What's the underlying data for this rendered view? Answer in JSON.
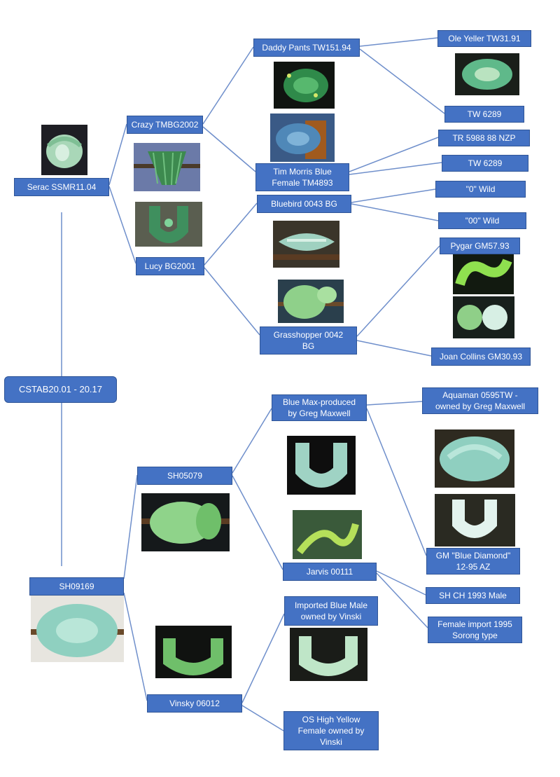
{
  "root": {
    "label": "CSTAB20.01 - 20.17"
  },
  "nodes": {
    "serac": "Serac SSMR11.04",
    "crazy": "Crazy TMBG2002",
    "lucy": "Lucy BG2001",
    "daddy_pants": "Daddy Pants TW151.94",
    "ole_yeller": "Ole Yeller TW31.91",
    "tw6289_a": "TW 6289",
    "tr5988": "TR 5988 88 NZP",
    "tw6289_b": "TW 6289",
    "tim_morris": "Tim Morris Blue\nFemale TM4893",
    "bluebird": "Bluebird 0043 BG",
    "wild_0": "\"0\" Wild",
    "wild_00": "\"00\" Wild",
    "pygar": "Pygar GM57.93",
    "grasshopper": "Grasshopper  0042\nBG",
    "joan_collins": "Joan Collins GM30.93",
    "sh09169": "SH09169",
    "sh05079": "SH05079",
    "vinsky": "Vinsky 06012",
    "blue_max": "Blue Max-produced\nby Greg Maxwell",
    "aquaman": "Aquaman 0595TW -\nowned by Greg Maxwell",
    "gm_blue_diamond": "GM \"Blue Diamond\"\n12-95 AZ",
    "jarvis": "Jarvis 00111",
    "sh_ch_1993": "SH CH 1993 Male",
    "female_import": "Female import 1995\nSorong type",
    "imported_blue_male": "Imported Blue Male\nowned by Vinski",
    "os_high_yellow": "OS High Yellow\nFemale owned by\nVinski"
  },
  "colors": {
    "node_fill": "#4472c4",
    "node_border": "#2f5597",
    "connector": "#5b7cc0"
  }
}
